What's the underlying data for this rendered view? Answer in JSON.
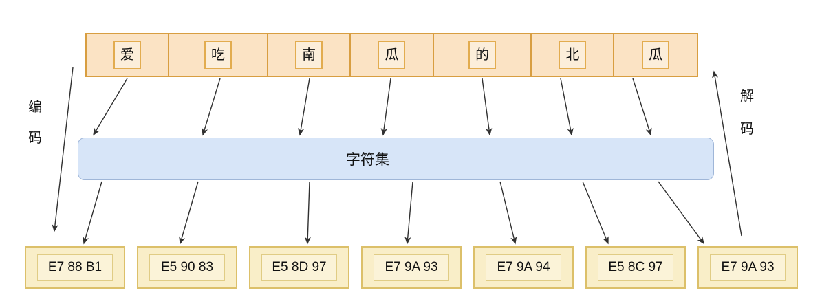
{
  "top_row": {
    "characters": [
      "爱",
      "吃",
      "南",
      "瓜",
      "的",
      "北",
      "瓜"
    ]
  },
  "charset": {
    "label": "字符集"
  },
  "bottom_row": {
    "codes": [
      "E7 88 B1",
      "E5 90 83",
      "E5 8D 97",
      "E7 9A 93",
      "E7 9A 94",
      "E5 8C 97",
      "E7 9A 93"
    ]
  },
  "labels": {
    "encode": [
      "编",
      "码"
    ],
    "decode": [
      "解",
      "码"
    ]
  },
  "colors": {
    "char_cell_fill": "#FBE3C4",
    "char_cell_stroke": "#D89E41",
    "char_box_fill": "#FCEEDA",
    "char_box_stroke": "#E2AC4F",
    "charset_fill": "#D7E5F8",
    "charset_stroke": "#9FB6D8",
    "code_cell_fill": "#F9EEC8",
    "code_cell_stroke": "#DCC06A",
    "code_box_fill": "#FBF3D8",
    "code_box_stroke": "#E0CC85",
    "arrow": "#303030"
  }
}
